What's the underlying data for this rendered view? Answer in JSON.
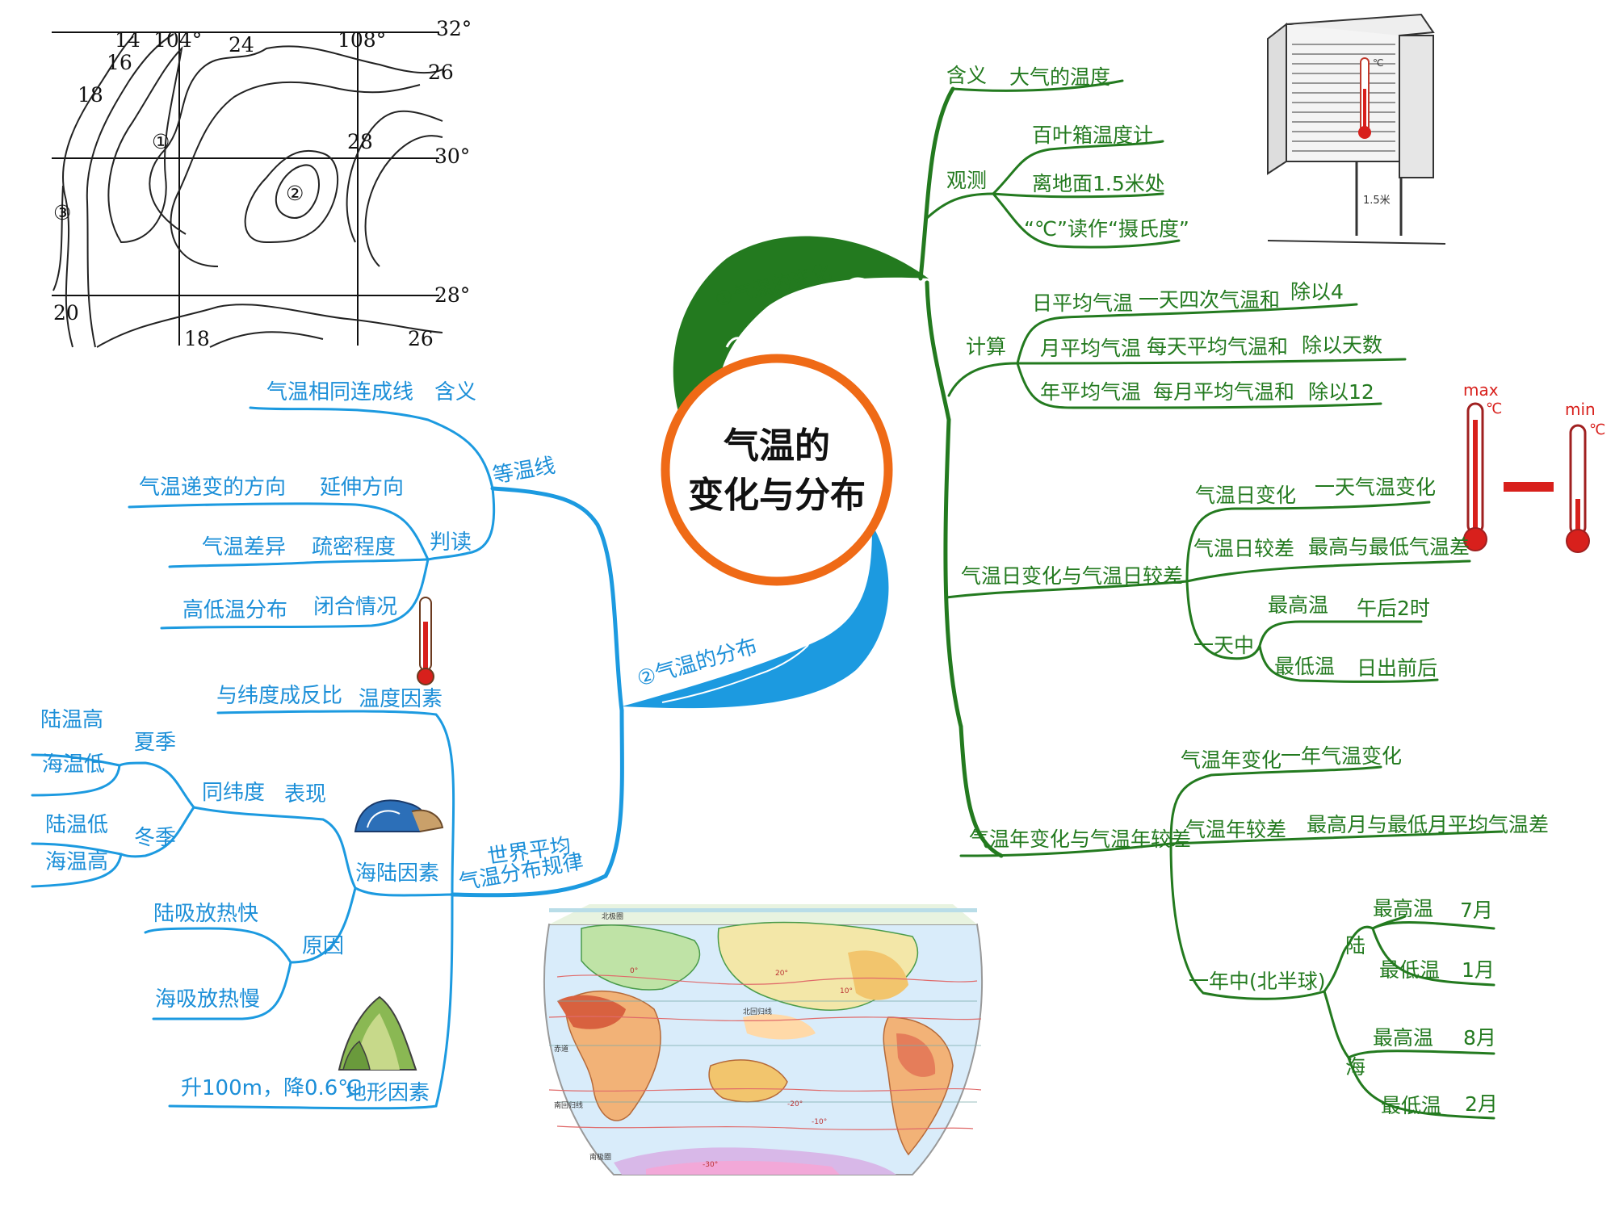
{
  "center": {
    "title_line1": "气温的",
    "title_line2": "变化与分布"
  },
  "colors": {
    "green": "#237a1f",
    "blue": "#1c9ae0",
    "orange": "#ef6a16",
    "red": "#d8201c"
  },
  "branch1": {
    "title": "①气温的变化",
    "meaning": {
      "label": "含义",
      "value": "大气的温度"
    },
    "observe": {
      "label": "观测",
      "items": [
        "百叶箱温度计",
        "离地面1.5米处",
        "“℃”读作“摄氏度”"
      ]
    },
    "calc": {
      "label": "计算",
      "rows": [
        {
          "name": "日平均气温",
          "how": "一天四次气温和",
          "div": "除以4"
        },
        {
          "name": "月平均气温",
          "how": "每天平均气温和",
          "div": "除以天数"
        },
        {
          "name": "年平均气温",
          "how": "每月平均气温和",
          "div": "除以12"
        }
      ]
    },
    "daily": {
      "label": "气温日变化与气温日较差",
      "change": {
        "name": "气温日变化",
        "def": "一天气温变化"
      },
      "range": {
        "name": "气温日较差",
        "def": "最高与最低气温差"
      },
      "oneday": {
        "label": "一天中",
        "max": "最高温",
        "max_time": "午后2时",
        "min": "最低温",
        "min_time": "日出前后"
      }
    },
    "annual": {
      "label": "气温年变化与气温年较差",
      "change": {
        "name": "气温年变化",
        "def": "一年气温变化"
      },
      "range": {
        "name": "气温年较差",
        "def": "最高月与最低月平均气温差"
      },
      "year": {
        "label": "一年中(北半球)",
        "land": {
          "label": "陆",
          "max": "最高温",
          "max_m": "7月",
          "min": "最低温",
          "min_m": "1月"
        },
        "sea": {
          "label": "海",
          "max": "最高温",
          "max_m": "8月",
          "min": "最低温",
          "min_m": "2月"
        }
      }
    }
  },
  "branch2": {
    "title": "②气温的分布",
    "isotherm": {
      "label": "等温线",
      "meaning": {
        "label": "含义",
        "value": "气温相同连成线"
      },
      "read": {
        "label": "判读",
        "rows": [
          {
            "k": "延伸方向",
            "v": "气温递变的方向"
          },
          {
            "k": "疏密程度",
            "v": "气温差异"
          },
          {
            "k": "闭合情况",
            "v": "高低温分布"
          }
        ]
      }
    },
    "pattern": {
      "label_line1": "世界平均",
      "label_line2": "气温分布规律",
      "latitude": {
        "label": "温度因素",
        "value": "与纬度成反比"
      },
      "landsea": {
        "label": "海陆因素",
        "show": {
          "label": "表现",
          "same": "同纬度",
          "summer": {
            "label": "夏季",
            "a": "陆温高",
            "b": "海温低"
          },
          "winter": {
            "label": "冬季",
            "a": "陆温低",
            "b": "海温高"
          }
        },
        "reason": {
          "label": "原因",
          "a": "陆吸放热快",
          "b": "海吸放热慢"
        }
      },
      "terrain": {
        "label": "地形因素",
        "value": "升100m，降0.6℃"
      }
    }
  },
  "decor": {
    "thermo_max": "max",
    "thermo_min": "min",
    "thermo_unit": "℃",
    "shelter_height": "1.5米",
    "shelter_unit": "℃"
  },
  "contour_map": {
    "top_labels": [
      "14",
      "104°",
      "24",
      "108°",
      "32°"
    ],
    "labels": [
      "16",
      "26",
      "18",
      "①",
      "28",
      "30°",
      "②",
      "③",
      "20",
      "18",
      "28°",
      "26"
    ]
  },
  "world_map": {
    "labels": [
      "北回归线",
      "赤道",
      "南回归线",
      "北极圈",
      "南极圈",
      "20°",
      "10°",
      "0°",
      "-10°",
      "-20°",
      "-30°"
    ]
  }
}
